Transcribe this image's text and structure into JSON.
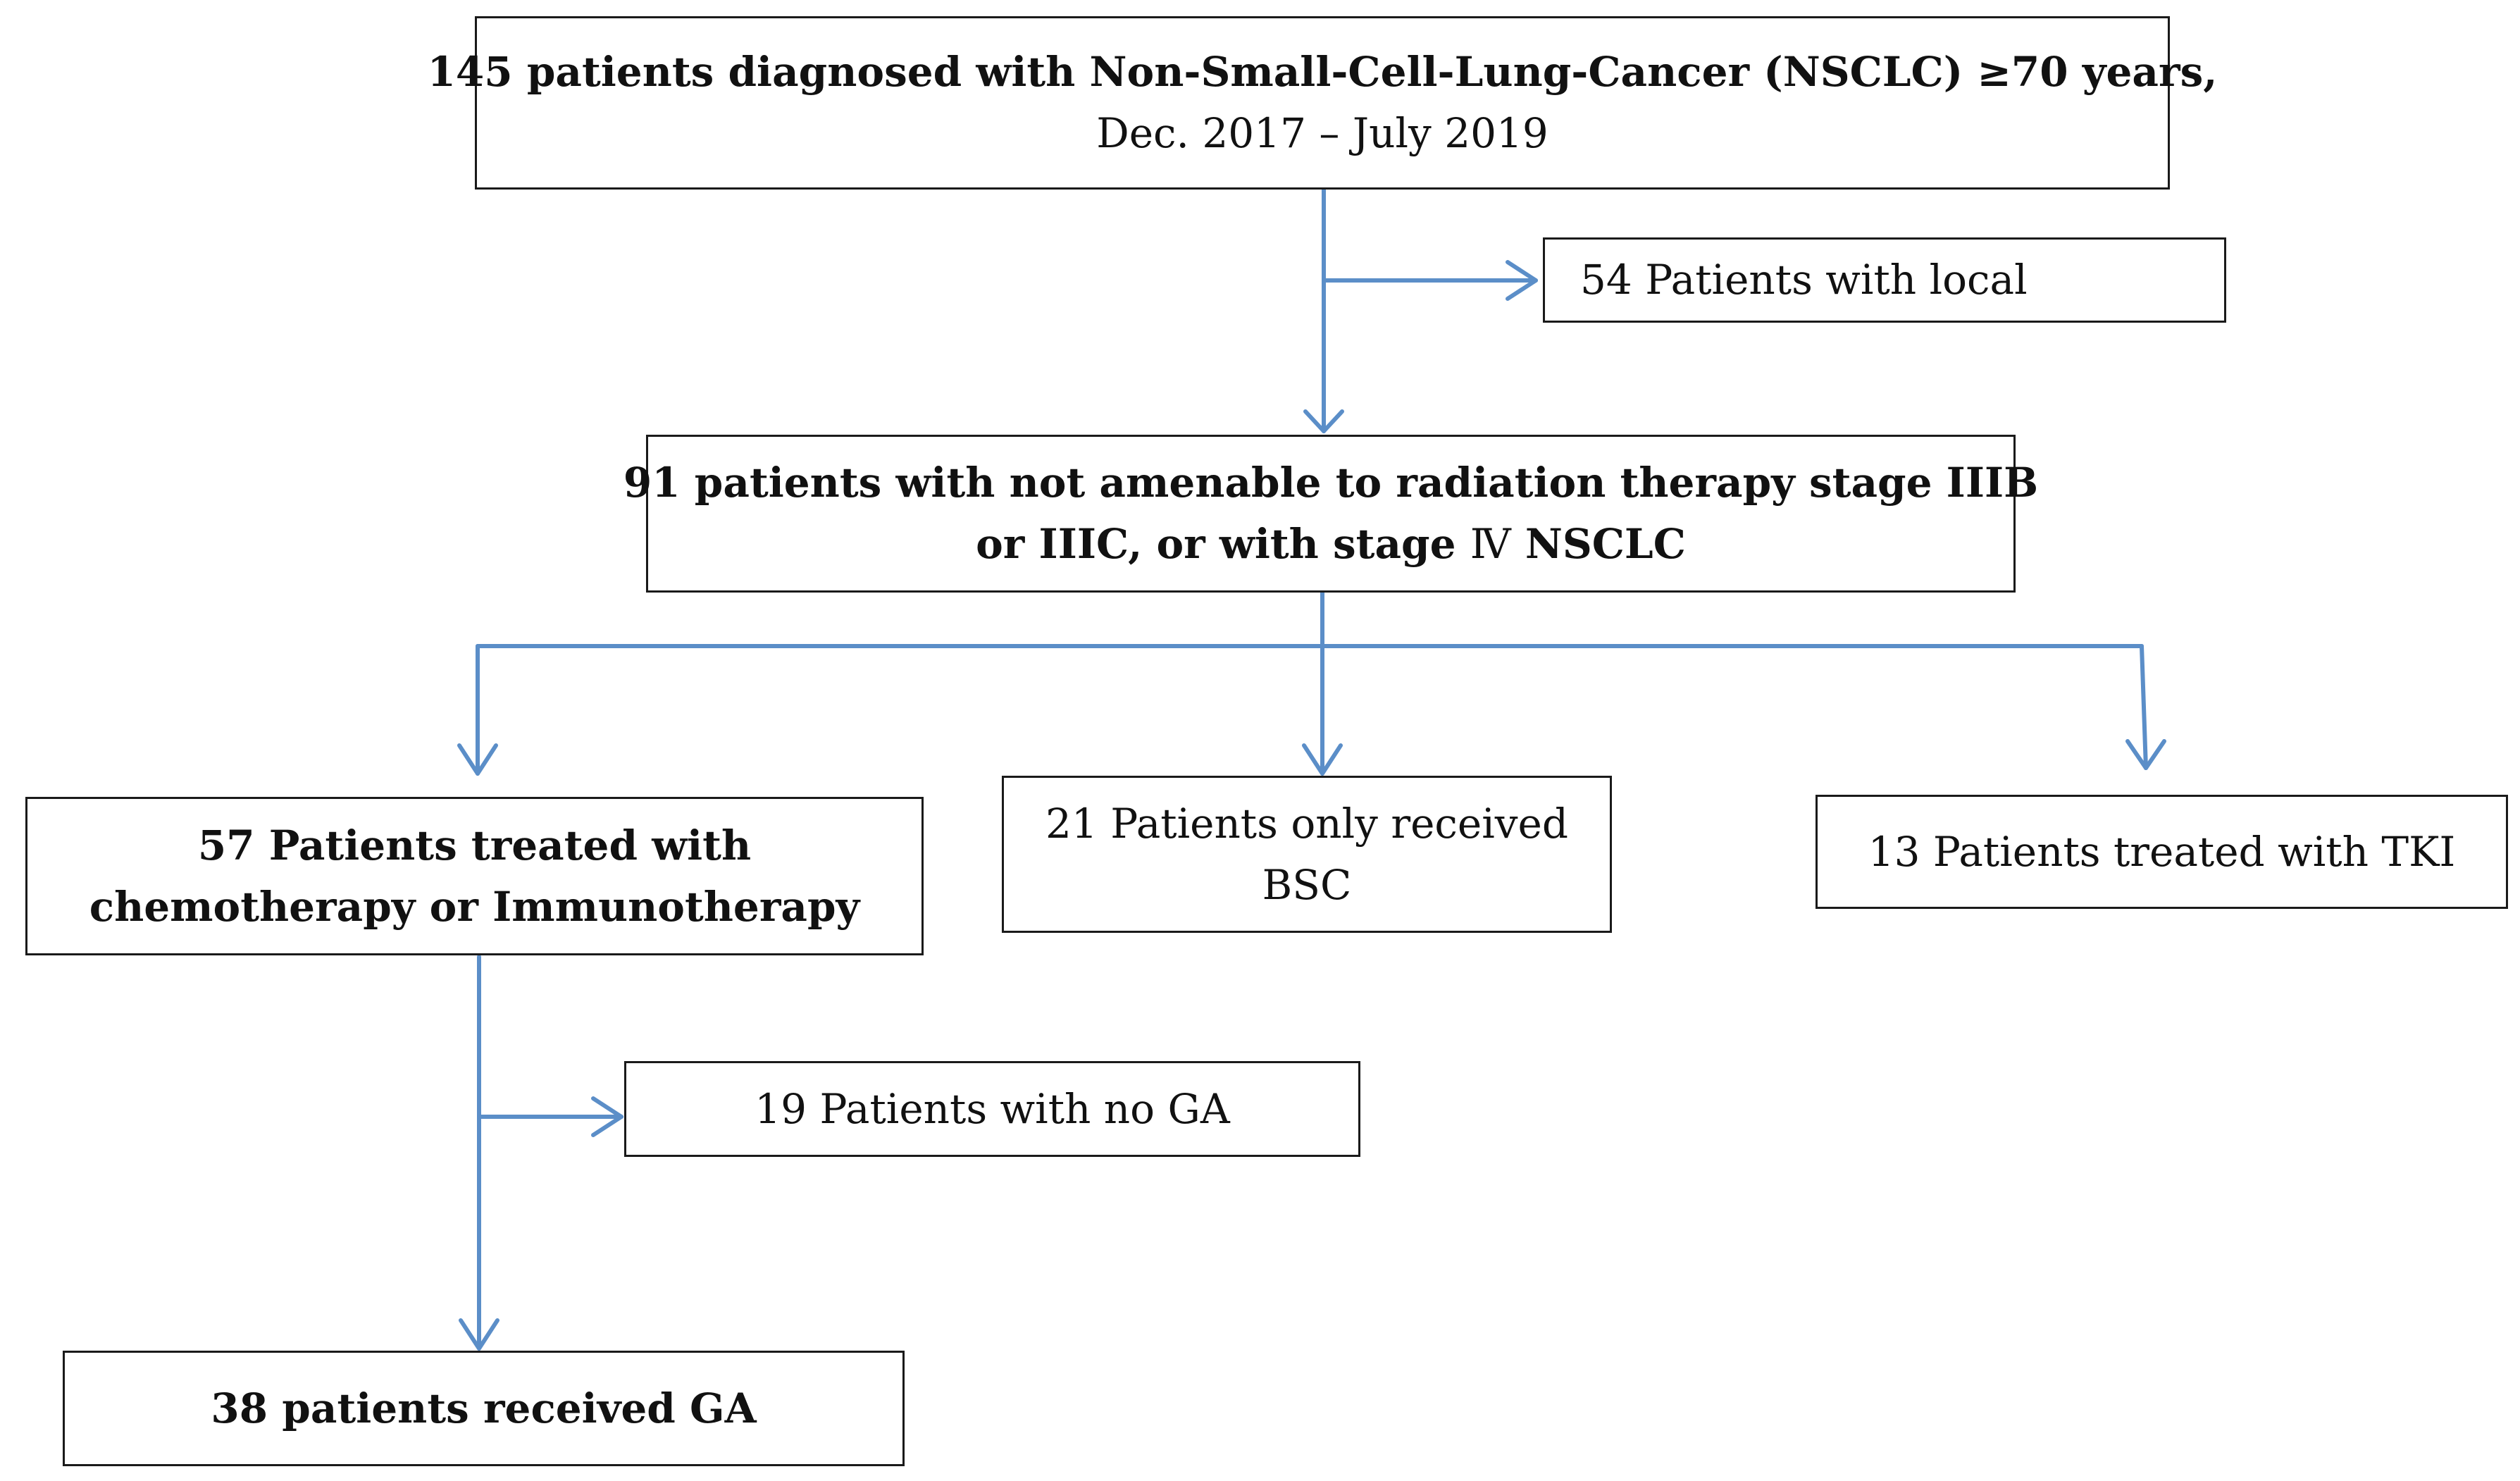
{
  "diagram": {
    "colors": {
      "arrow": "#5b8ec8",
      "box_border": "#1a1a1a",
      "text": "#111111"
    },
    "nodes": {
      "start": {
        "line1": "145 patients diagnosed with Non-Small-Cell-Lung-Cancer (NSCLC) ≥70 years,",
        "line2": "Dec. 2017 – July 2019"
      },
      "excluded_local": {
        "text": "54 Patients with local"
      },
      "advanced": {
        "line1": "91 patients with not amenable to radiation therapy stage IIIB",
        "line2_a": "or IIIC, or with stage ",
        "line2_b": "Ⅳ",
        "line2_c": " NSCLC"
      },
      "chemo": {
        "line1": "57 Patients treated with",
        "line2": "chemotherapy or Immunotherapy"
      },
      "bsc": {
        "line1": "21 Patients only received",
        "line2": "BSC"
      },
      "tki": {
        "text": "13 Patients treated with TKI"
      },
      "no_ga": {
        "text": "19 Patients with no GA"
      },
      "ga": {
        "text": "38 patients received GA"
      }
    }
  }
}
